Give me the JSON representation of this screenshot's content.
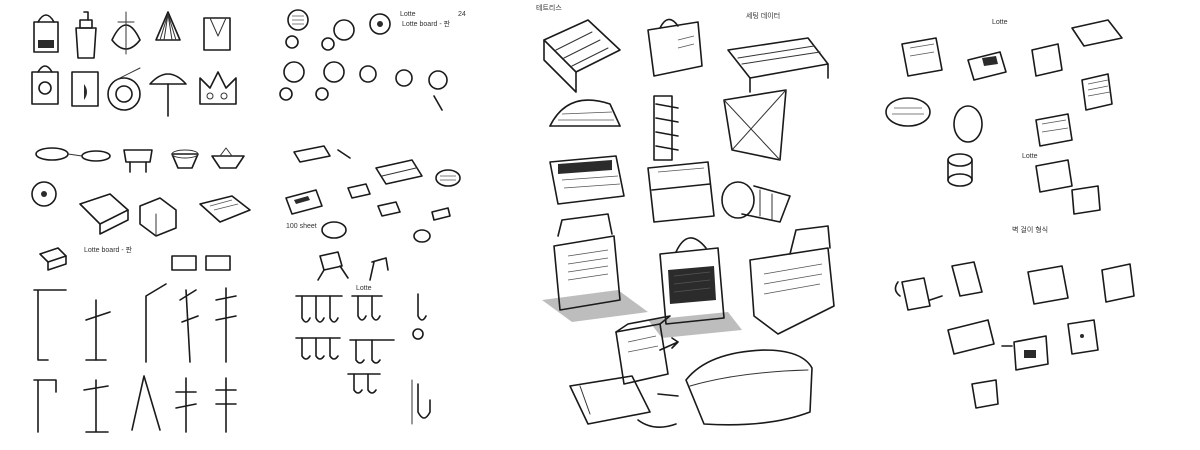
{
  "sheets": [
    {
      "notes": [
        "Lotte",
        "Lotte board - 판",
        "24"
      ]
    },
    {
      "notes": [
        "100 sheet",
        "Lotte"
      ]
    },
    {
      "notes": [
        "테트리스",
        "세팅 데이터"
      ]
    },
    {
      "notes": [
        "Lotte",
        "Lotte"
      ],
      "heading": "벽 걸이 형식"
    }
  ],
  "colors": {
    "ink": "#1a1a1a",
    "paper": "#ffffff",
    "shade": "#2b2b2b"
  }
}
